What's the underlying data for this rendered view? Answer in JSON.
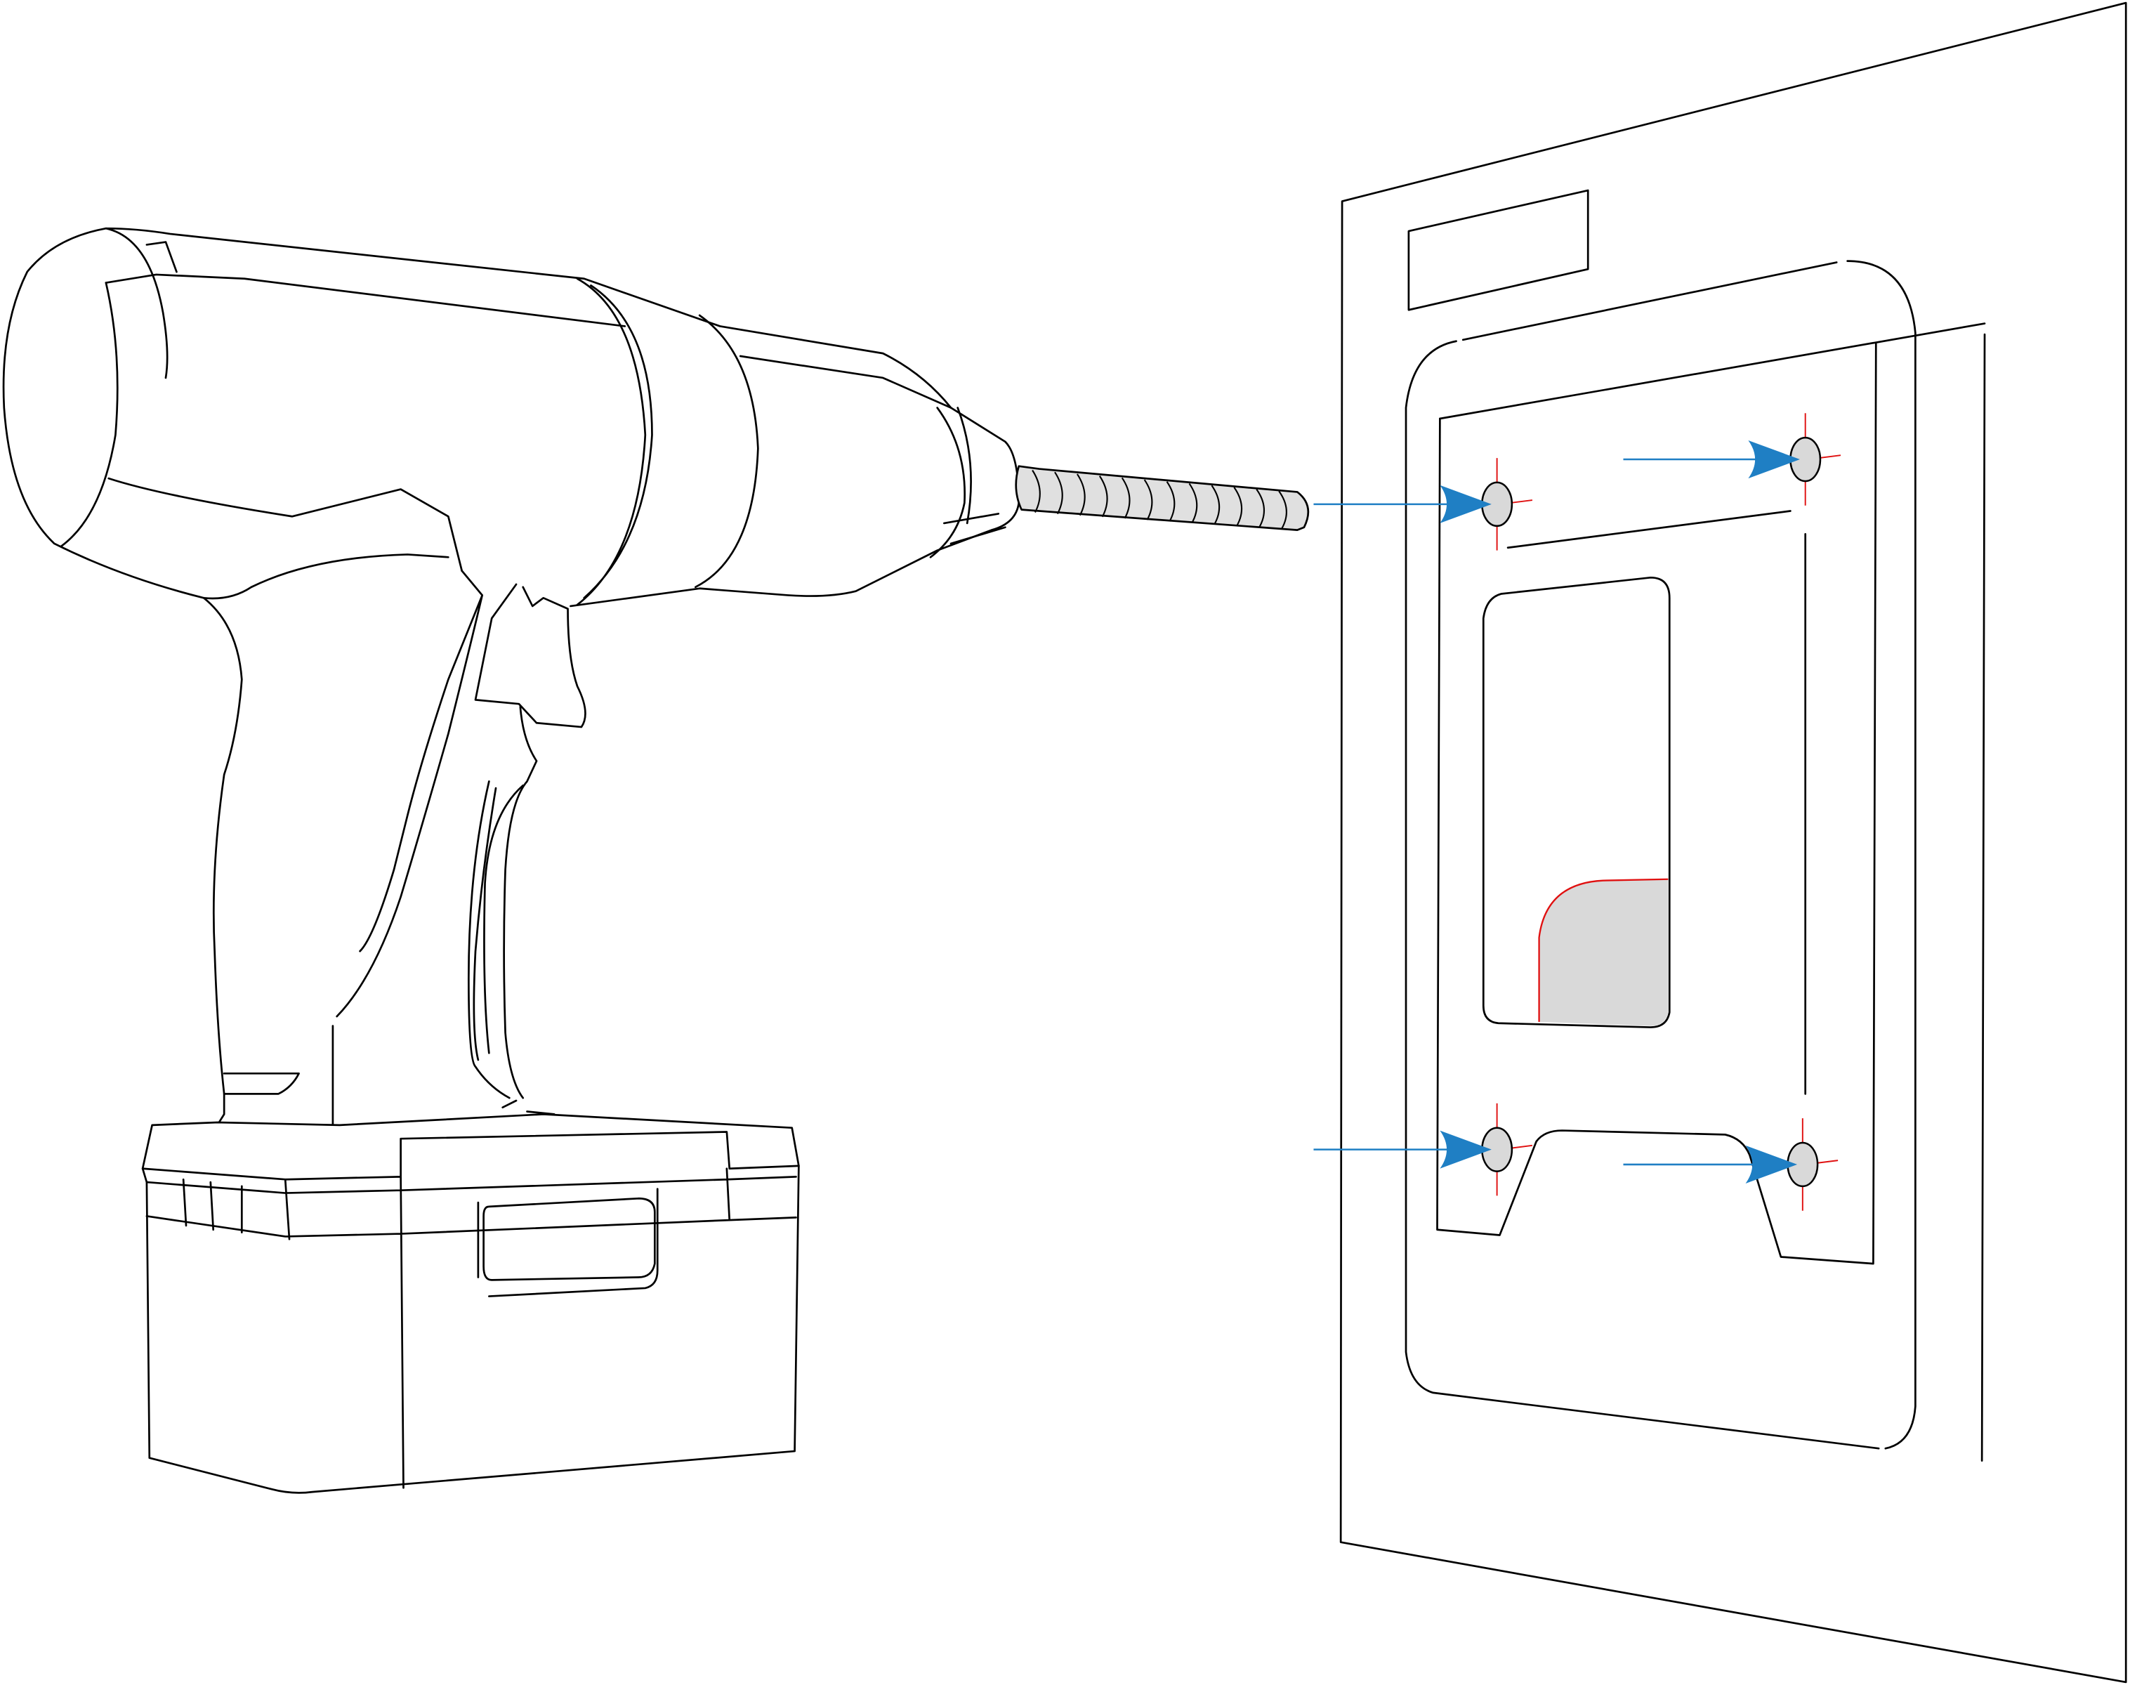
{
  "colors": {
    "line": "#000000",
    "background": "#ffffff",
    "arrow": "#1f7fc4",
    "crosshair": "#e01010",
    "hole_fill": "#d9d9d9",
    "highlight_fill": "#d9d9d9"
  },
  "elements": {
    "tool": "cordless-drill-icon",
    "surface": "wall-plate",
    "holes": [
      {
        "name": "hole-top-left",
        "arrow": "blue-arrow-icon"
      },
      {
        "name": "hole-top-right",
        "arrow": "blue-arrow-icon"
      },
      {
        "name": "hole-bottom-left",
        "arrow": "blue-arrow-icon"
      },
      {
        "name": "hole-bottom-right",
        "arrow": "blue-arrow-icon"
      }
    ]
  }
}
